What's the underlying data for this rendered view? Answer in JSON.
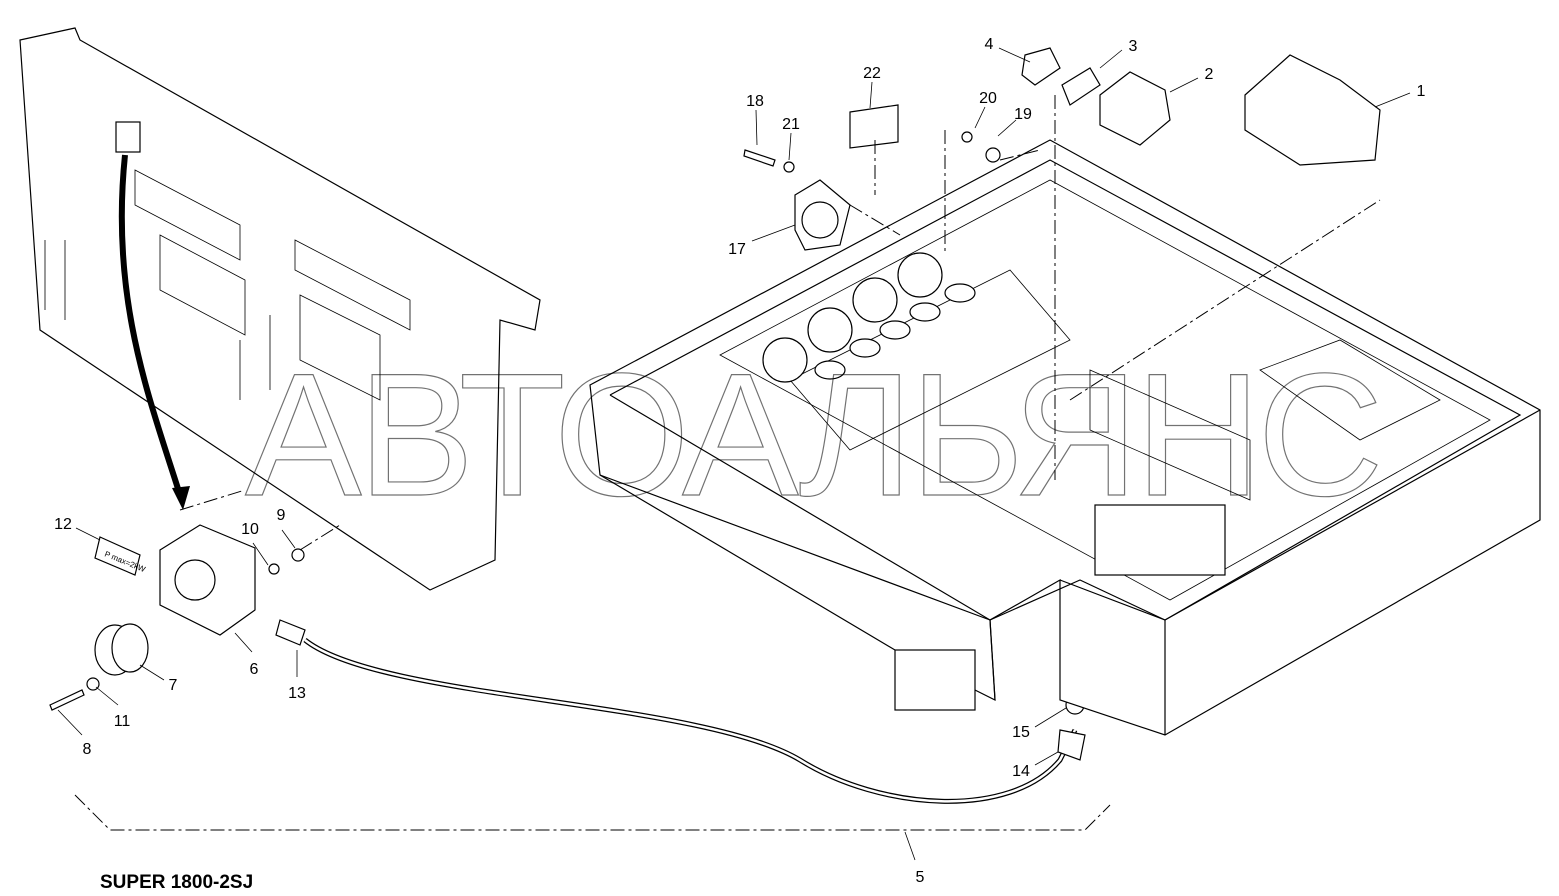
{
  "title": "SUPER 1800-2SJ",
  "watermark": "АВТОАЛЬЯНС",
  "plate_text": "P max = 2kW",
  "callouts": [
    "1",
    "2",
    "3",
    "4",
    "5",
    "6",
    "7",
    "8",
    "9",
    "10",
    "11",
    "12",
    "13",
    "14",
    "15",
    "17",
    "18",
    "19",
    "20",
    "21",
    "22"
  ]
}
